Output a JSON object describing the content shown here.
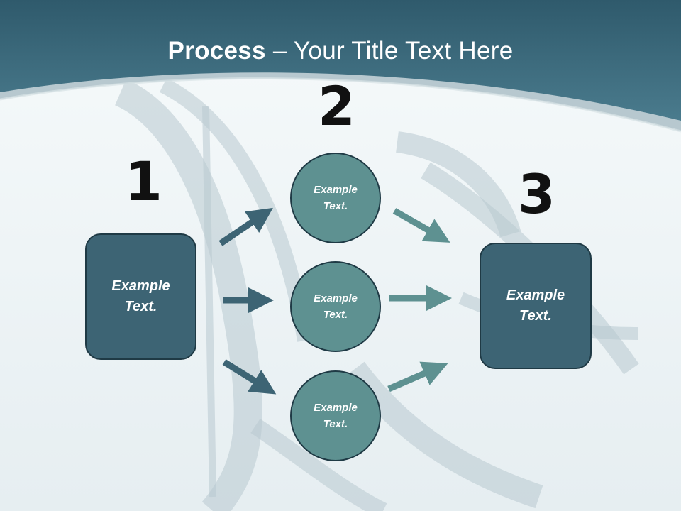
{
  "title": {
    "bold_part": "Process",
    "rest": " – Your Title Text Here"
  },
  "steps": {
    "one": "1",
    "two": "2",
    "three": "3"
  },
  "left_box": {
    "line1": "Example",
    "line2": "Text."
  },
  "right_box": {
    "line1": "Example",
    "line2": "Text."
  },
  "circles": [
    {
      "line1": "Example",
      "line2": "Text."
    },
    {
      "line1": "Example",
      "line2": "Text."
    },
    {
      "line1": "Example",
      "line2": "Text."
    }
  ],
  "colors": {
    "header": "#3d6b7d",
    "box_fill": "#3d6474",
    "circle_fill": "#5e9191",
    "arrow_dark": "#3d6474",
    "arrow_light": "#5e9191"
  }
}
